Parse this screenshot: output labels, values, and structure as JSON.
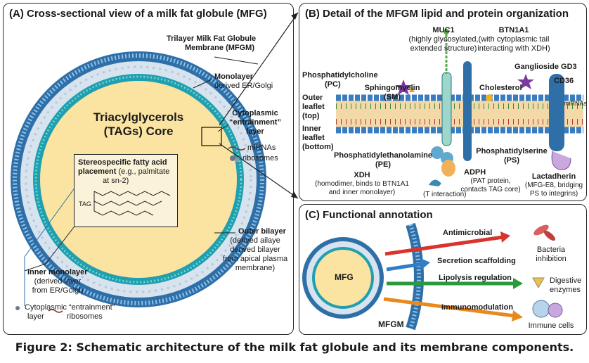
{
  "caption": "Figure 2: Schematic architecture of the milk fat globule and its membrane components.",
  "panelA": {
    "title": "(A) Cross-sectional view of a milk fat globule (MFG)",
    "core_l1": "Triacylglycerols",
    "core_l2": "(TAGs) Core",
    "trilayer_l1": "Trilayer Milk Fat Globule",
    "trilayer_l2": "Membrane (MFGM)",
    "mono_l1": "Monolayer",
    "mono_l2": "derived ER/Golgi",
    "cyto_l1": "Cytoplasmic",
    "cyto_l2": "“entrainment”",
    "cyto_l3": "layer",
    "mirnas": "miRNAs",
    "ribosomes": "ribosomes",
    "stereo_l1": "Stereospecific fatty acid",
    "stereo_l2": "placement",
    "stereo_l2b": " (e.g., palmitate",
    "stereo_l3": "at sn-2)",
    "tag_label": "TAG",
    "outer_l1": "Outer bilayer",
    "outer_l2": "(derived ailaye",
    "outer_l3": "derived bilayer",
    "outer_l4": "from apical plasma",
    "outer_l5": "membrane)",
    "inner_l1": "Inner monolayer",
    "inner_l2": "(derived layer",
    "inner_l3": "from ER/Golgi)",
    "bottom_l1": "Cytoplasmic “entrainment”",
    "bottom_l2a": "layer",
    "bottom_l2b": "ribosomes"
  },
  "panelB": {
    "title": "(B) Detail of the MFGM lipid and protein organization",
    "muc1": "MUC1",
    "muc1_l2": "(highly glycosylated,",
    "muc1_l3": "extended structure)",
    "btn": "BTN1A1",
    "btn_l2": "(with cytoplasmic tail",
    "btn_l3": "interacting with XDH)",
    "pc_l1": "Phosphatidylcholine",
    "pc_l2": "(PC)",
    "sm_l1": "Sphingomyelin",
    "sm_l2": "(SM)",
    "outer_leaf_l1": "Outer",
    "outer_leaf_l2": "leaflet",
    "outer_leaf_l3": "(top)",
    "inner_leaf_l1": "Inner",
    "inner_leaf_l2": "leaflet",
    "inner_leaf_l3": "(bottom)",
    "chol": "Cholesterol",
    "gang": "Ganglioside GD3",
    "cd36": "CD36",
    "mirnas": "miRNAs",
    "pe_l1": "Phosphatidylethanolamine",
    "pe_l2": "(PE)",
    "ps_l1": "Phosphatidylserine",
    "ps_l2": "(PS)",
    "xdh": "XDH",
    "xdh_l2": "(homodimer, binds to BTN1A1",
    "xdh_l3": "and inner monolayer)",
    "adph": "ADPH",
    "adph_l2": "(PAT protein,",
    "adph_l3": "contacts TAG core)",
    "tint": "(T interaction)",
    "lact": "Lactadherin",
    "lact_l2": "(MFG-E8, bridging",
    "lact_l3": "PS to integrins)"
  },
  "panelC": {
    "title": "(C) Functional annotation",
    "mfg": "MFG",
    "mfgm": "MFGM",
    "f1": "Antimicrobial",
    "f2": "Secretion scaffolding",
    "f3": "Lipolysis regulation",
    "f4": "Immunomodulation",
    "o1_l1": "Bacteria",
    "o1_l2": "inhibition",
    "o2_l1": "Digestive",
    "o2_l2": "enzymes",
    "o3": "Immune cells"
  },
  "colors": {
    "core": "#fbe3a1",
    "membrane_blue": "#2f7fb8",
    "membrane_teal": "#26b5b0",
    "cytoplasm": "#d7e3ee",
    "arrow_red": "#d8342c",
    "arrow_blue": "#2f7fc8",
    "arrow_green": "#2a9a3a",
    "arrow_orange": "#e8891c"
  }
}
